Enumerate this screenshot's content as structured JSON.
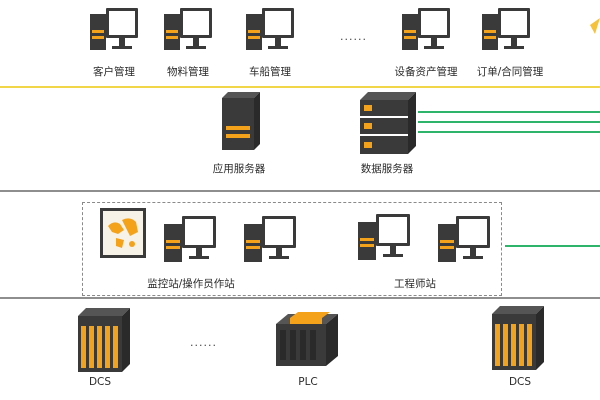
{
  "colors": {
    "accent_orange": "#f5a21b",
    "dark_body": "#3a3a3a",
    "layer_line_yellow": "#f2d64a",
    "layer_line_gray": "#8e8e8e",
    "link_green": "#2fb46b",
    "monitor_screen": "#ffffff"
  },
  "top_layer": {
    "nodes": [
      {
        "label": "客户管理",
        "icon": "workstation-icon"
      },
      {
        "label": "物料管理",
        "icon": "workstation-icon"
      },
      {
        "label": "车船管理",
        "icon": "workstation-icon"
      },
      {
        "label": "设备资产管理",
        "icon": "workstation-icon"
      },
      {
        "label": "订单/合同管理",
        "icon": "workstation-icon"
      }
    ],
    "ellipsis": "......"
  },
  "server_layer": {
    "nodes": [
      {
        "label": "应用服务器",
        "icon": "server-tower-icon"
      },
      {
        "label": "数据服务器",
        "icon": "server-rack-icon"
      }
    ]
  },
  "operator_layer": {
    "group_label": "监控站/操作员作站",
    "engineer_label": "工程师站",
    "map_display_icon": "map-display-icon"
  },
  "control_layer": {
    "nodes": [
      {
        "label": "DCS",
        "icon": "dcs-cabinet-icon"
      },
      {
        "label": "PLC",
        "icon": "plc-module-icon"
      },
      {
        "label": "DCS",
        "icon": "dcs-cabinet-icon"
      }
    ],
    "ellipsis": "......"
  }
}
